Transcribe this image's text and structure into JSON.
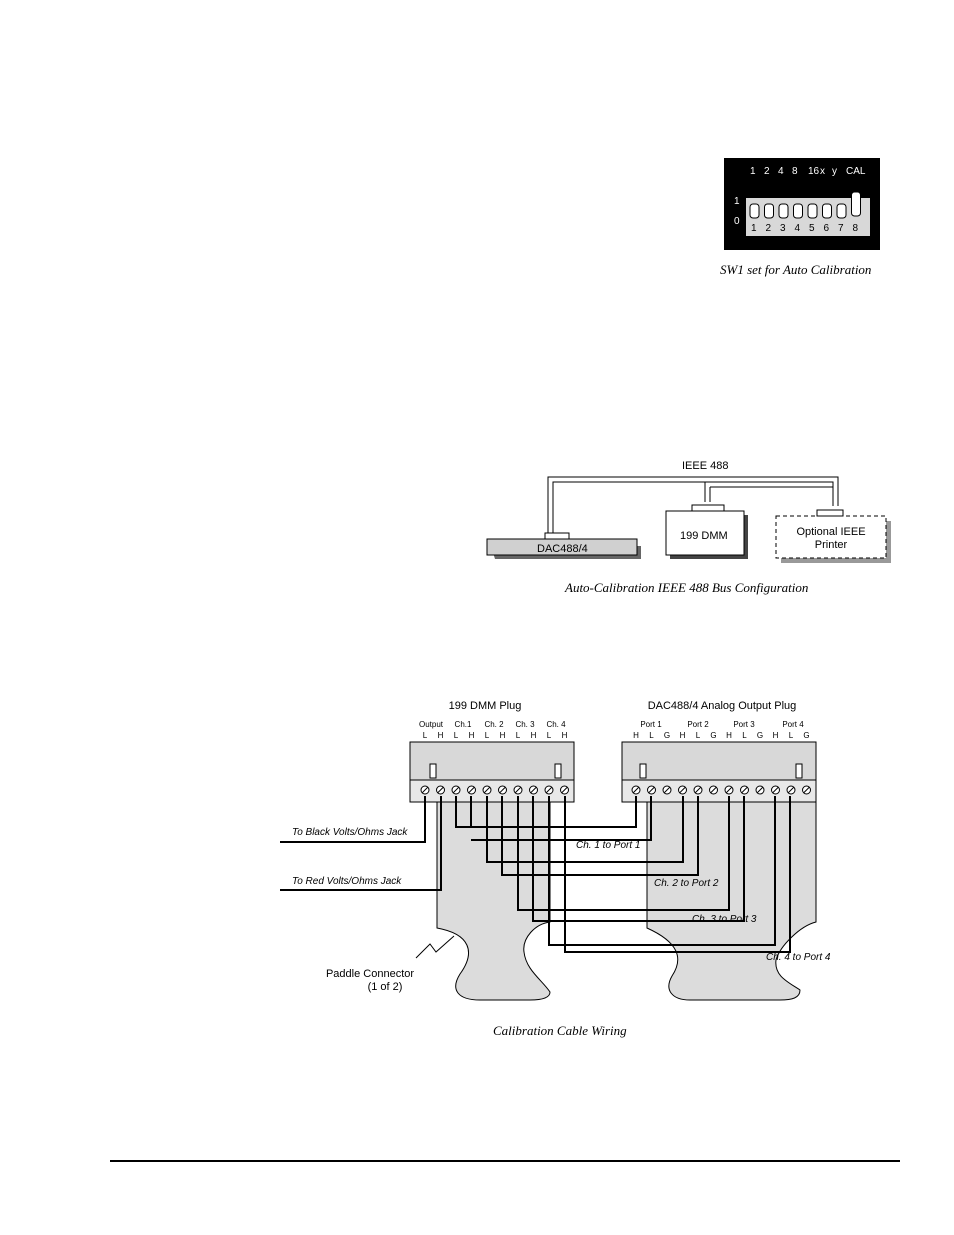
{
  "sw1": {
    "top_labels": [
      "1",
      "2",
      "4",
      "8",
      "16",
      "x",
      "y",
      "CAL"
    ],
    "bottom_labels": [
      "1",
      "2",
      "3",
      "4",
      "5",
      "6",
      "7",
      "8"
    ],
    "row_label_1": "1",
    "row_label_0": "0",
    "caption": "SW1 set for Auto Calibration"
  },
  "bus": {
    "title": "IEEE 488",
    "dac_label": "DAC488/4",
    "dmm_label": "199 DMM",
    "printer_line1": "Optional IEEE",
    "printer_line2": "Printer",
    "caption": "Auto-Calibration IEEE 488 Bus Configuration"
  },
  "wiring": {
    "dmm_plug_title": "199 DMM Plug",
    "dac_plug_title": "DAC488/4 Analog Output Plug",
    "dmm_groups": [
      "Output",
      "Ch.1",
      "Ch. 2",
      "Ch. 3",
      "Ch. 4"
    ],
    "dmm_pins": [
      "L",
      "H",
      "L",
      "H",
      "L",
      "H",
      "L",
      "H",
      "L",
      "H"
    ],
    "dac_groups": [
      "Port 1",
      "Port 2",
      "Port 3",
      "Port 4"
    ],
    "dac_pins": [
      "H",
      "L",
      "G",
      "H",
      "L",
      "G",
      "H",
      "L",
      "G",
      "H",
      "L",
      "G"
    ],
    "black_jack": "To Black Volts/Ohms Jack",
    "red_jack": "To Red Volts/Ohms Jack",
    "wire_labels": [
      "Ch. 1 to Port 1",
      "Ch. 2 to Port 2",
      "Ch. 3 to Port 3",
      "Ch. 4 to Port 4"
    ],
    "paddle_line1": "Paddle Connector",
    "paddle_line2": "(1 of 2)",
    "caption": "Calibration Cable Wiring"
  }
}
